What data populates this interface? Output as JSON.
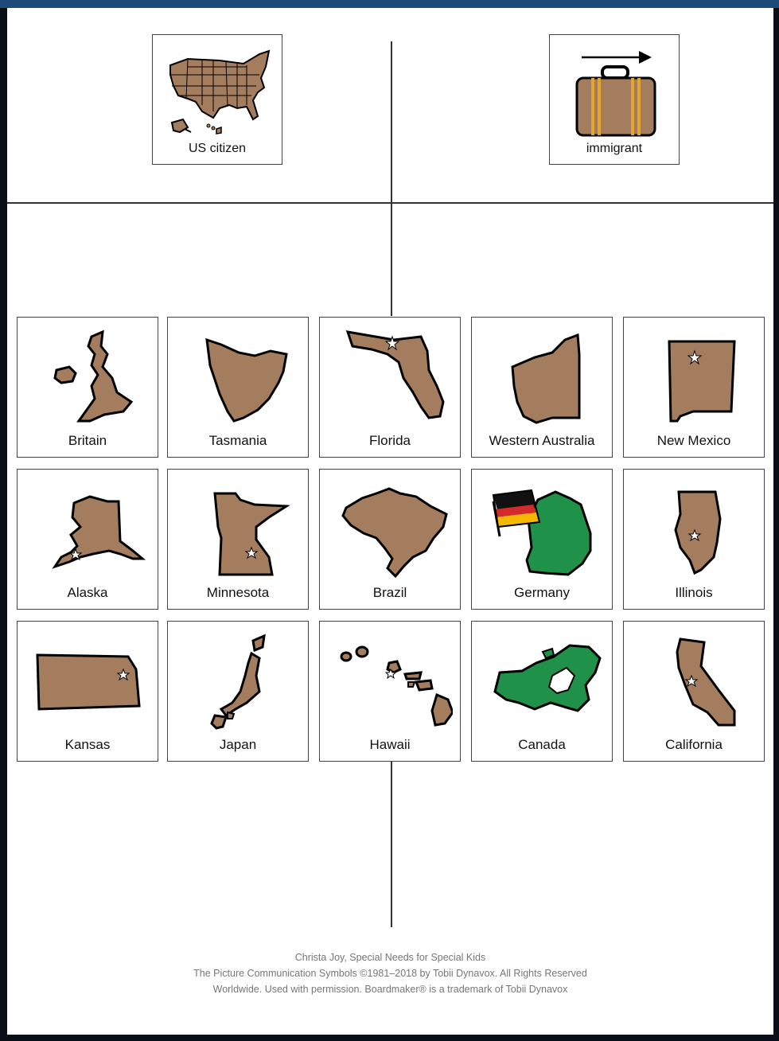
{
  "sort_headers": [
    {
      "label": "US citizen",
      "icon": "us-map-icon"
    },
    {
      "label": "immigrant",
      "icon": "suitcase-arrow-icon"
    }
  ],
  "cards": [
    {
      "label": "Britain",
      "icon": "britain-map-icon"
    },
    {
      "label": "Tasmania",
      "icon": "tasmania-map-icon"
    },
    {
      "label": "Florida",
      "icon": "florida-map-icon"
    },
    {
      "label": "Western Australia",
      "icon": "western-australia-map-icon"
    },
    {
      "label": "New Mexico",
      "icon": "new-mexico-map-icon"
    },
    {
      "label": "Alaska",
      "icon": "alaska-map-icon"
    },
    {
      "label": "Minnesota",
      "icon": "minnesota-map-icon"
    },
    {
      "label": "Brazil",
      "icon": "brazil-map-icon"
    },
    {
      "label": "Germany",
      "icon": "germany-map-flag-icon"
    },
    {
      "label": "Illinois",
      "icon": "illinois-map-icon"
    },
    {
      "label": "Kansas",
      "icon": "kansas-map-icon"
    },
    {
      "label": "Japan",
      "icon": "japan-map-icon"
    },
    {
      "label": "Hawaii",
      "icon": "hawaii-map-icon"
    },
    {
      "label": "Canada",
      "icon": "canada-map-icon"
    },
    {
      "label": "California",
      "icon": "california-map-icon"
    }
  ],
  "credits": [
    "Christa Joy, Special Needs for Special Kids",
    "The Picture Communication Symbols ©1981–2018 by Tobii Dynavox. All Rights Reserved",
    "Worldwide. Used with permission.  Boardmaker® is a trademark of Tobii Dynavox"
  ],
  "colors": {
    "land_brown": "#a47d5e",
    "land_green": "#1f9148",
    "frame_blue": "#1e4a7a",
    "outline": "#000000"
  }
}
